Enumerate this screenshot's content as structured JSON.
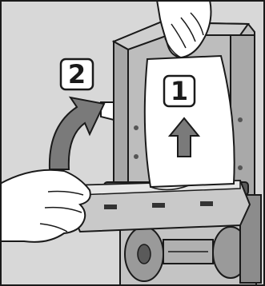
{
  "figure": {
    "step_labels": [
      "2",
      "1"
    ],
    "palette": {
      "background": "#ffffff",
      "panel": "#d6d6d6",
      "frame": "#b4b4b4",
      "dark": "#4a4a4a",
      "line": "#1a1a1a",
      "arrow": "#7a7a7a",
      "skin": "#ffffff"
    },
    "icons": [
      "step-2-badge",
      "step-1-badge",
      "rotate-arrow-icon",
      "up-arrow-icon"
    ]
  }
}
